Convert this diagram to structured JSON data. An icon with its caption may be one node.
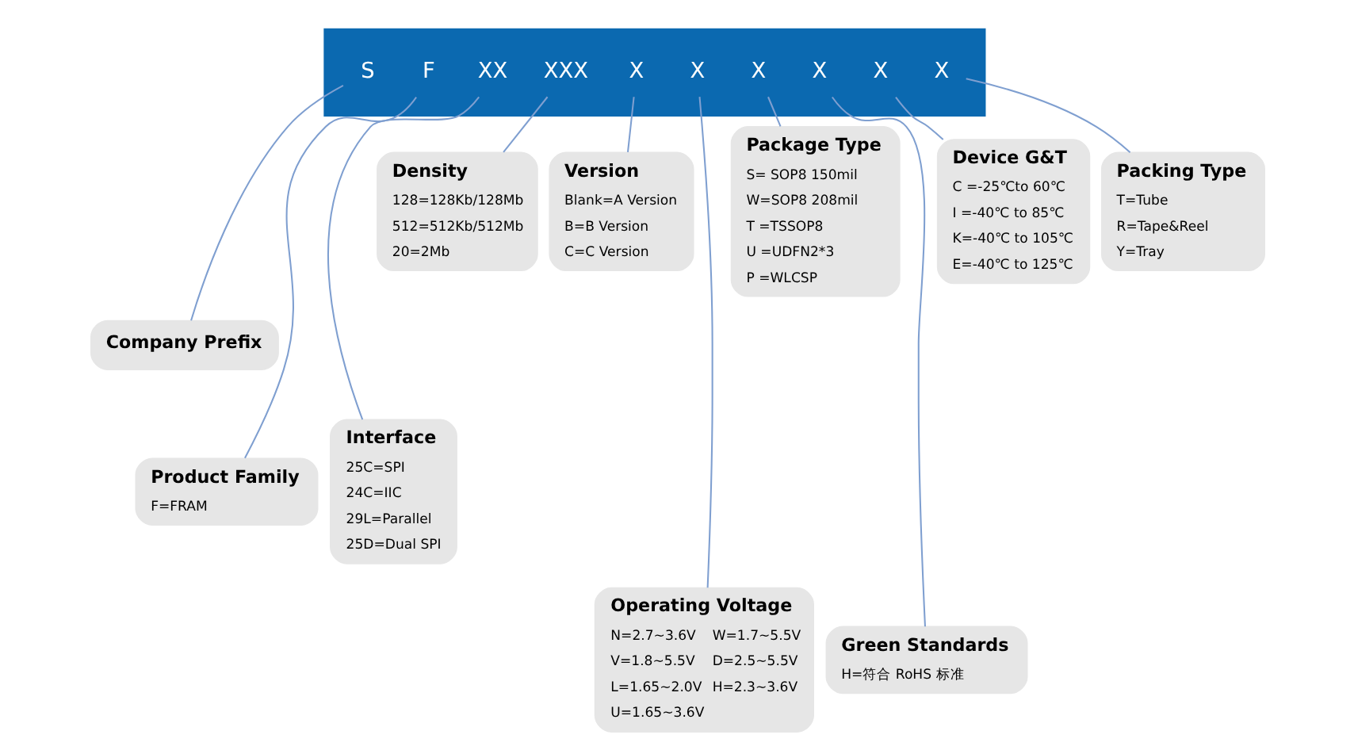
{
  "diagram": {
    "nodes": [
      {
        "text": [],
        "shape": "bar"
      },
      {
        "text": [
          "S"
        ],
        "in": 0
      },
      {
        "text": [
          "F"
        ],
        "in": 0
      },
      {
        "text": [
          "XX"
        ],
        "in": 0
      },
      {
        "text": [
          "XXX"
        ],
        "in": 0
      },
      {
        "text": [
          "X"
        ],
        "in": 0
      },
      {
        "text": [
          "X"
        ],
        "in": 0
      },
      {
        "text": [
          "X"
        ],
        "in": 0
      },
      {
        "text": [
          "X"
        ],
        "in": 0
      },
      {
        "text": [
          "X"
        ],
        "in": 0
      },
      {
        "text": [
          "X"
        ],
        "in": 0
      },
      {
        "text": [
          "Company Prefix"
        ]
      },
      {
        "text": [
          "Product Family",
          "F=FRAM"
        ]
      },
      {
        "text": [
          "Interface",
          "25C=SPI",
          "24C=IIC",
          "29L=Parallel",
          "25D=Dual SPI"
        ]
      },
      {
        "text": [
          "Density",
          "128=128Kb/128Mb",
          "512=512Kb/512Mb",
          "20=2Mb"
        ]
      },
      {
        "text": [
          "Version",
          "Blank=A Version",
          "B=B Version",
          "C=C Version"
        ]
      },
      {
        "text": [
          "Operating Voltage",
          "N=2.7~3.6V",
          "W=1.7~5.5V",
          "V=1.8~5.5V",
          "D=2.5~5.5V",
          "L=1.65~2.0V",
          "H=2.3~3.6V",
          "U=1.65~3.6V"
        ]
      },
      {
        "text": [
          "Package Type",
          "S= SOP8 150mil",
          "W=SOP8 208mil",
          "T =TSSOP8",
          "U =UDFN2*3",
          "P =WLCSP"
        ]
      },
      {
        "text": [
          "Green Standards",
          "H=符合 RoHS 标准"
        ]
      },
      {
        "text": [
          "Device G&T",
          "C =-25℃to 60℃",
          "I =-40℃ to 85℃",
          "K=-40℃ to 105℃",
          "E=-40℃ to 125℃"
        ]
      },
      {
        "text": [
          "Packing Type",
          "T=Tube",
          "R=Tape&Reel",
          "Y=Tray"
        ]
      }
    ],
    "edges": [
      {
        "from": 1,
        "to": 11,
        "arrow": "none"
      },
      {
        "from": 2,
        "to": 12,
        "arrow": "none"
      },
      {
        "from": 3,
        "to": 13,
        "arrow": "none"
      },
      {
        "from": 4,
        "to": 14,
        "arrow": "none"
      },
      {
        "from": 5,
        "to": 15,
        "arrow": "none"
      },
      {
        "from": 6,
        "to": 16,
        "arrow": "none"
      },
      {
        "from": 7,
        "to": 17,
        "arrow": "none"
      },
      {
        "from": 8,
        "to": 18,
        "arrow": "none"
      },
      {
        "from": 9,
        "to": 19,
        "arrow": "none"
      },
      {
        "from": 10,
        "to": 20,
        "arrow": "none"
      }
    ]
  }
}
